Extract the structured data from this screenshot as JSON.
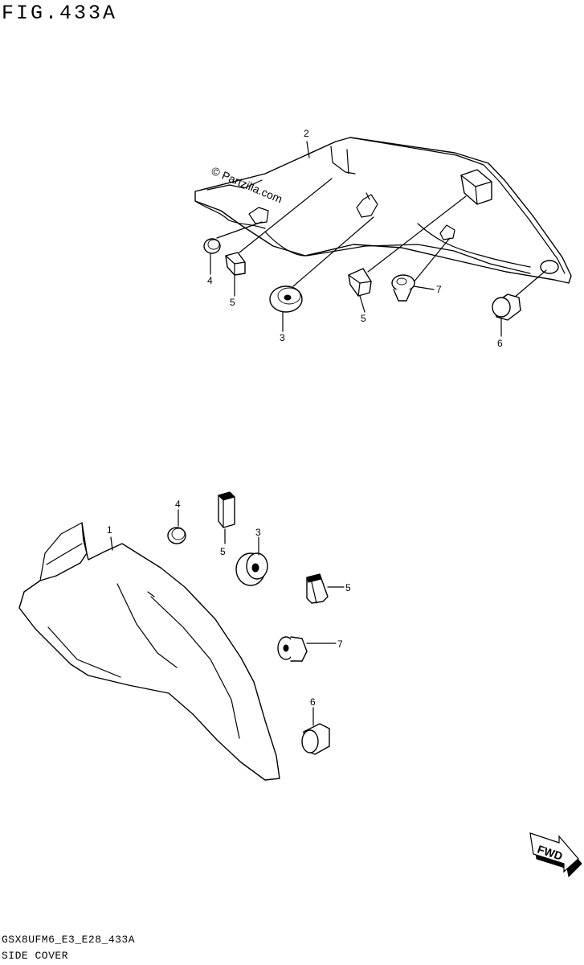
{
  "figure": {
    "title": "FIG.433A",
    "code": "GSX8UFM6_E3_E28_433A",
    "name": "SIDE COVER"
  },
  "watermark": "© Partzilla.com",
  "fwd_label": "FWD",
  "callouts": {
    "c2": "2",
    "c4a": "4",
    "c5a": "5",
    "c3a": "3",
    "c5b": "5",
    "c7a": "7",
    "c6a": "6",
    "c1": "1",
    "c4b": "4",
    "c5c": "5",
    "c3b": "3",
    "c5d": "5",
    "c7b": "7",
    "c6b": "6"
  }
}
